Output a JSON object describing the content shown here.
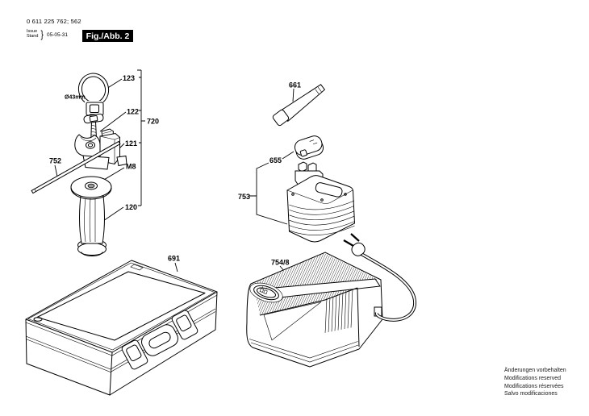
{
  "header": {
    "part_number": "0 611 225 762; 562",
    "issue_label": "Issue",
    "stand_label": "Stand",
    "brace": "}",
    "date": "05-05-31",
    "figure_label": "Fig./Abb. 2"
  },
  "parts": {
    "clamp_ring": "123",
    "clamp_diameter": "Ø43mm",
    "wing_screw": "122",
    "bracket": "121",
    "handle_grip": "120",
    "handle_assembly": "720",
    "depth_rod": "752",
    "thread_size": "M8",
    "tube": "661",
    "battery_cap": "655",
    "battery_assembly": "753",
    "carrying_case": "691",
    "charger": "754/8"
  },
  "footer": {
    "notices": [
      "Änderungen vorbehalten",
      "Modifications reserved",
      "Modifications réservées",
      "Salvo modificaciones"
    ]
  },
  "colors": {
    "line": "#000000",
    "background": "#ffffff",
    "figure_box_bg": "#000000",
    "figure_box_text": "#ffffff"
  }
}
